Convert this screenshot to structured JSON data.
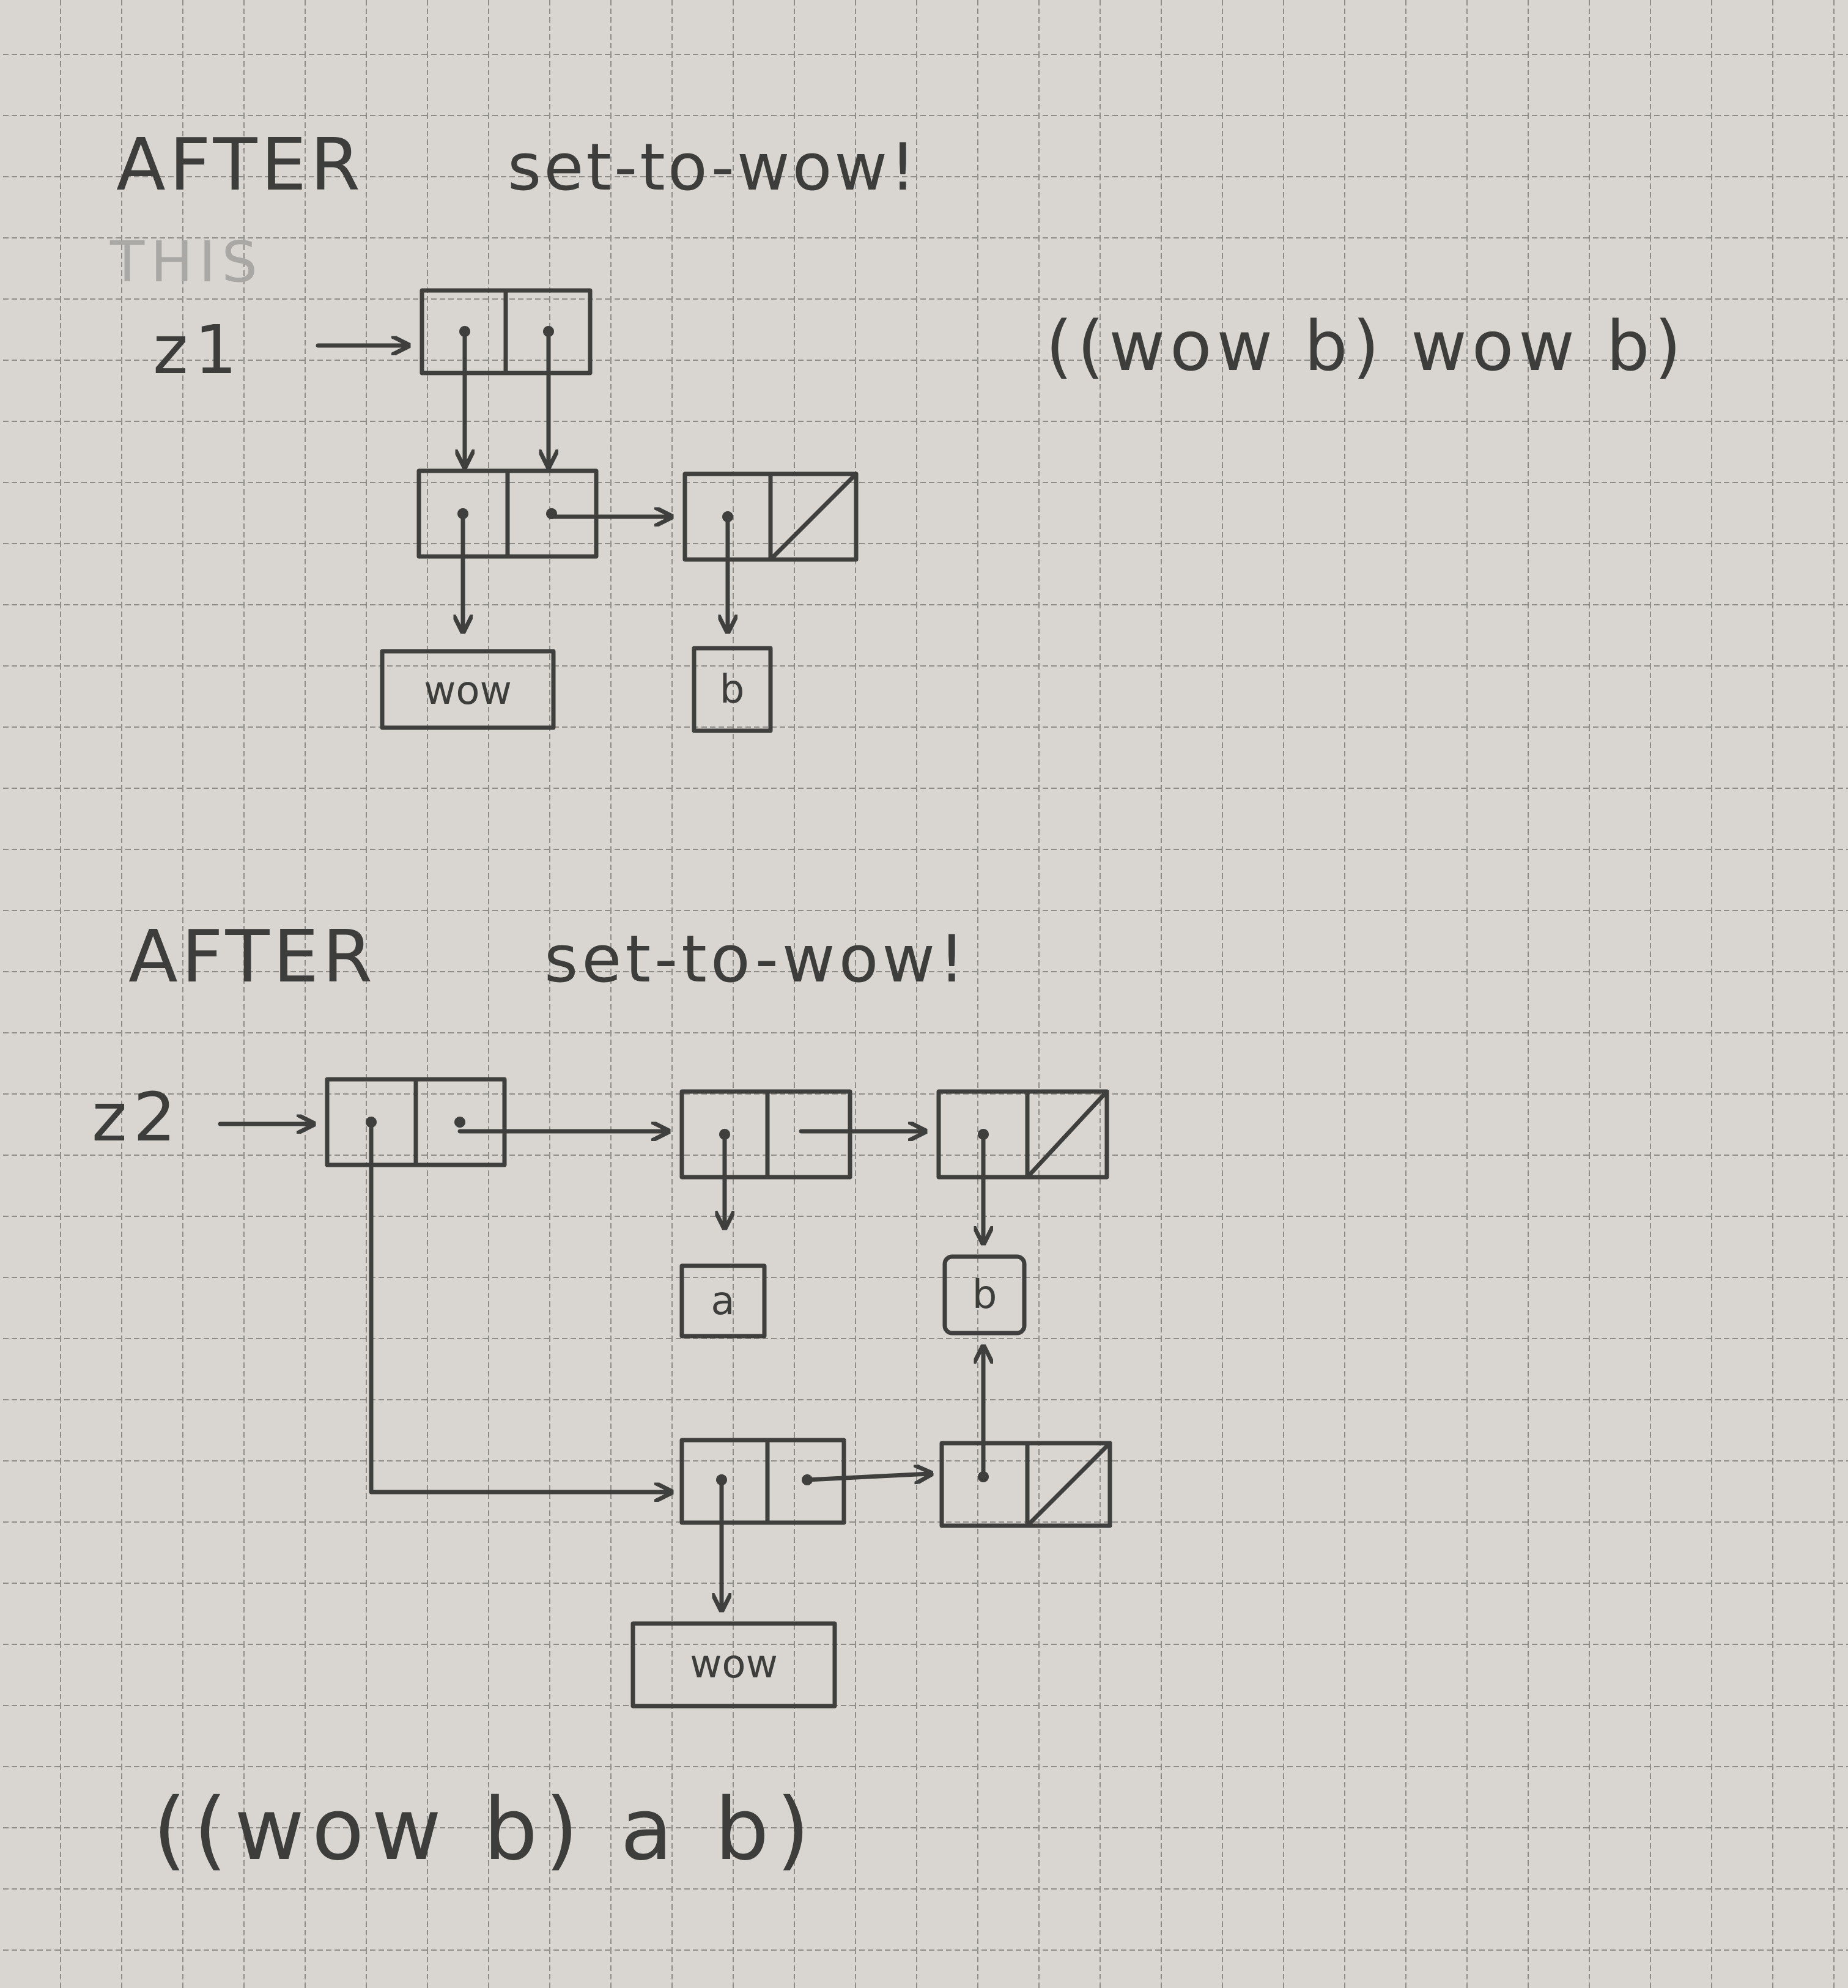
{
  "diagram1": {
    "title_after": "AFTER",
    "title_op": "set-to-wow!",
    "scratch": "THIS",
    "var_label": "z1",
    "atom_wow": "wow",
    "atom_b": "b",
    "result": "((wow b) wow b)"
  },
  "diagram2": {
    "title_after": "AFTER",
    "title_op": "set-to-wow!",
    "var_label": "z2",
    "atom_a": "a",
    "atom_b": "b",
    "atom_wow": "wow",
    "result": "((wow b) a b)"
  },
  "colors": {
    "paper": "#d9d6d1",
    "grid": "#8f8d89",
    "pencil": "#3f3f3d"
  }
}
